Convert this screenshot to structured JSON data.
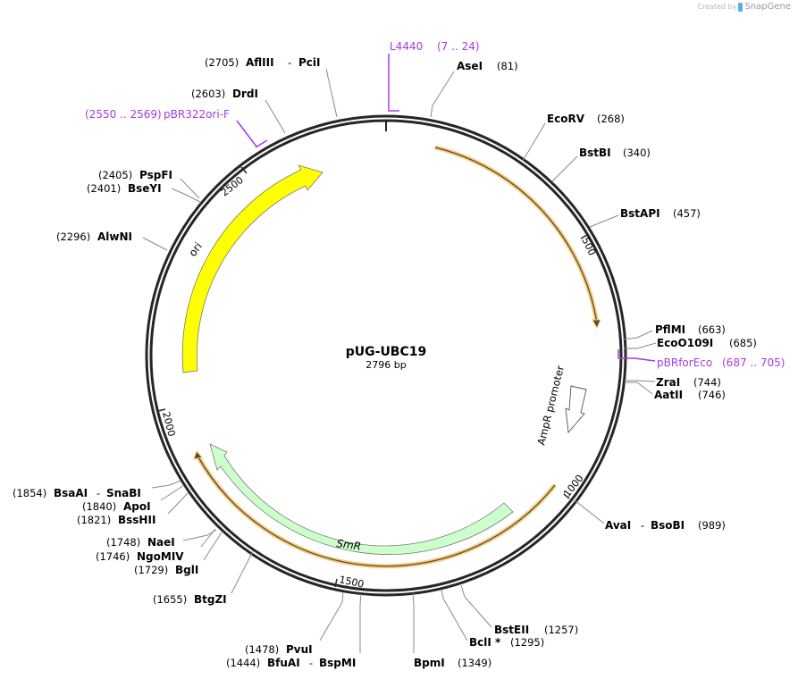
{
  "credit": {
    "prefix": "Created by",
    "brand": "SnapGene"
  },
  "plasmid": {
    "name": "pUG-UBC19",
    "length_label": "2796 bp",
    "length": 2796
  },
  "colors": {
    "backbone": "#262626",
    "ori": "#ffff00",
    "smr": "#ccffcc",
    "orf": "#f5c26b",
    "orf_line": "#5a4a2a",
    "primer": "#a53bde"
  },
  "ticks": [
    {
      "pos": 0,
      "label": ""
    },
    {
      "pos": 500,
      "label": "500"
    },
    {
      "pos": 1000,
      "label": "1000"
    },
    {
      "pos": 1500,
      "label": "1500"
    },
    {
      "pos": 2000,
      "label": "2000"
    },
    {
      "pos": 2500,
      "label": "2500"
    }
  ],
  "features": [
    {
      "name": "ori",
      "label": "ori",
      "type": "rep_origin",
      "direction": "cw"
    },
    {
      "name": "SmR",
      "label": "SmR",
      "type": "cds",
      "direction": "ccw"
    },
    {
      "name": "AmpR promoter",
      "label": "AmpR promoter",
      "type": "promoter",
      "direction": "ccw"
    }
  ],
  "primers": [
    {
      "name": "L4440",
      "range": "(7 .. 24)"
    },
    {
      "name": "pBR322ori-F",
      "range": "(2550 .. 2569)"
    },
    {
      "name": "pBRforEco",
      "range": "(687 .. 705)"
    }
  ],
  "sites": {
    "aflIII": {
      "name": "AflIII",
      "name2": "PciI",
      "pos": "(2705)"
    },
    "drdI": {
      "name": "DrdI",
      "pos": "(2603)"
    },
    "aseI": {
      "name": "AseI",
      "pos": "(81)"
    },
    "ecoRV": {
      "name": "EcoRV",
      "pos": "(268)"
    },
    "bstBI": {
      "name": "BstBI",
      "pos": "(340)"
    },
    "bstAPI": {
      "name": "BstAPI",
      "pos": "(457)"
    },
    "pflMI": {
      "name": "PflMI",
      "pos": "(663)"
    },
    "ecoO109I": {
      "name": "EcoO109I",
      "pos": "(685)"
    },
    "zraI": {
      "name": "ZraI",
      "pos": "(744)"
    },
    "aatII": {
      "name": "AatII",
      "pos": "(746)"
    },
    "avaI": {
      "name": "AvaI",
      "name2": "BsoBI",
      "pos": "(989)"
    },
    "bstEII": {
      "name": "BstEII",
      "pos": "(1257)"
    },
    "bclI": {
      "name": "BclI",
      "mark": "*",
      "pos": "(1295)"
    },
    "bpmI": {
      "name": "BpmI",
      "pos": "(1349)"
    },
    "pvuI": {
      "name": "PvuI",
      "pos": "(1478)"
    },
    "bfuAI": {
      "name": "BfuAI",
      "name2": "BspMI",
      "pos": "(1444)"
    },
    "btgZI": {
      "name": "BtgZI",
      "pos": "(1655)"
    },
    "bglI": {
      "name": "BglI",
      "pos": "(1729)"
    },
    "ngoMIV": {
      "name": "NgoMIV",
      "pos": "(1746)"
    },
    "naeI": {
      "name": "NaeI",
      "pos": "(1748)"
    },
    "bssHII": {
      "name": "BssHII",
      "pos": "(1821)"
    },
    "apoI": {
      "name": "ApoI",
      "pos": "(1840)"
    },
    "bsaAI": {
      "name": "BsaAI",
      "name2": "SnaBI",
      "pos": "(1854)"
    },
    "alwNI": {
      "name": "AlwNI",
      "pos": "(2296)"
    },
    "bseYI": {
      "name": "BseYI",
      "pos": "(2401)"
    },
    "pspFI": {
      "name": "PspFI",
      "pos": "(2405)"
    }
  },
  "dash": "-"
}
